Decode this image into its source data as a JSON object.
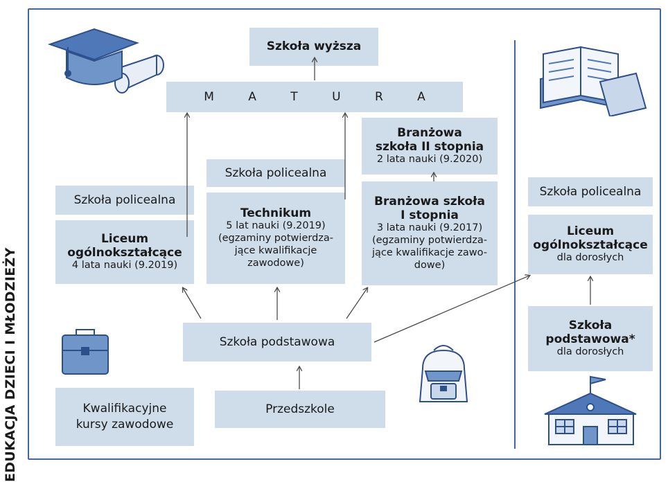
{
  "side_title": "EDUKACJA DZIECI I MŁODZIEŻY",
  "colors": {
    "box": "#cfdcea",
    "line": "#3f66a8",
    "arrow": "#4a4a4a"
  },
  "icons": [
    "graduation-cap-icon",
    "open-books-icon",
    "briefcase-icon",
    "backpack-icon",
    "school-building-icon"
  ],
  "boxes": {
    "higher": {
      "title": "Szkoła wyższa"
    },
    "matura": {
      "label": "M A T U R A"
    },
    "branzowa2": {
      "title": "Branżowa\nszkoła II stopnia",
      "sub": "2 lata nauki (9.2020)"
    },
    "policealna_left": {
      "label": "Szkoła policealna"
    },
    "policealna_mid": {
      "label": "Szkoła policealna"
    },
    "policealna_right": {
      "label": "Szkoła policealna"
    },
    "liceum": {
      "title": "Liceum\nogólnokształcące",
      "sub": "4 lata nauki (9.2019)"
    },
    "technikum": {
      "title": "Technikum",
      "sub": "5 lat nauki (9.2019)\n(egzaminy potwierdza-\njące kwalifikacje\nzawodowe)"
    },
    "branzowa1": {
      "title": "Branżowa szkoła\nI stopnia",
      "sub": "3 lata nauki (9.2017)\n(egzaminy potwierdza-\njące kwalifikacje zawo-\ndowe)"
    },
    "liceum_adult": {
      "title": "Liceum\nogólnokształcące",
      "sub": "dla dorosłych"
    },
    "podstawowa": {
      "label": "Szkoła podstawowa"
    },
    "podstawowa_adult": {
      "title": "Szkoła\npodstawowa*",
      "sub": "dla dorosłych"
    },
    "kursy": {
      "label": "Kwalifikacyjne\nkursy zawodowe"
    },
    "przedszkole": {
      "label": "Przedszkole"
    }
  }
}
